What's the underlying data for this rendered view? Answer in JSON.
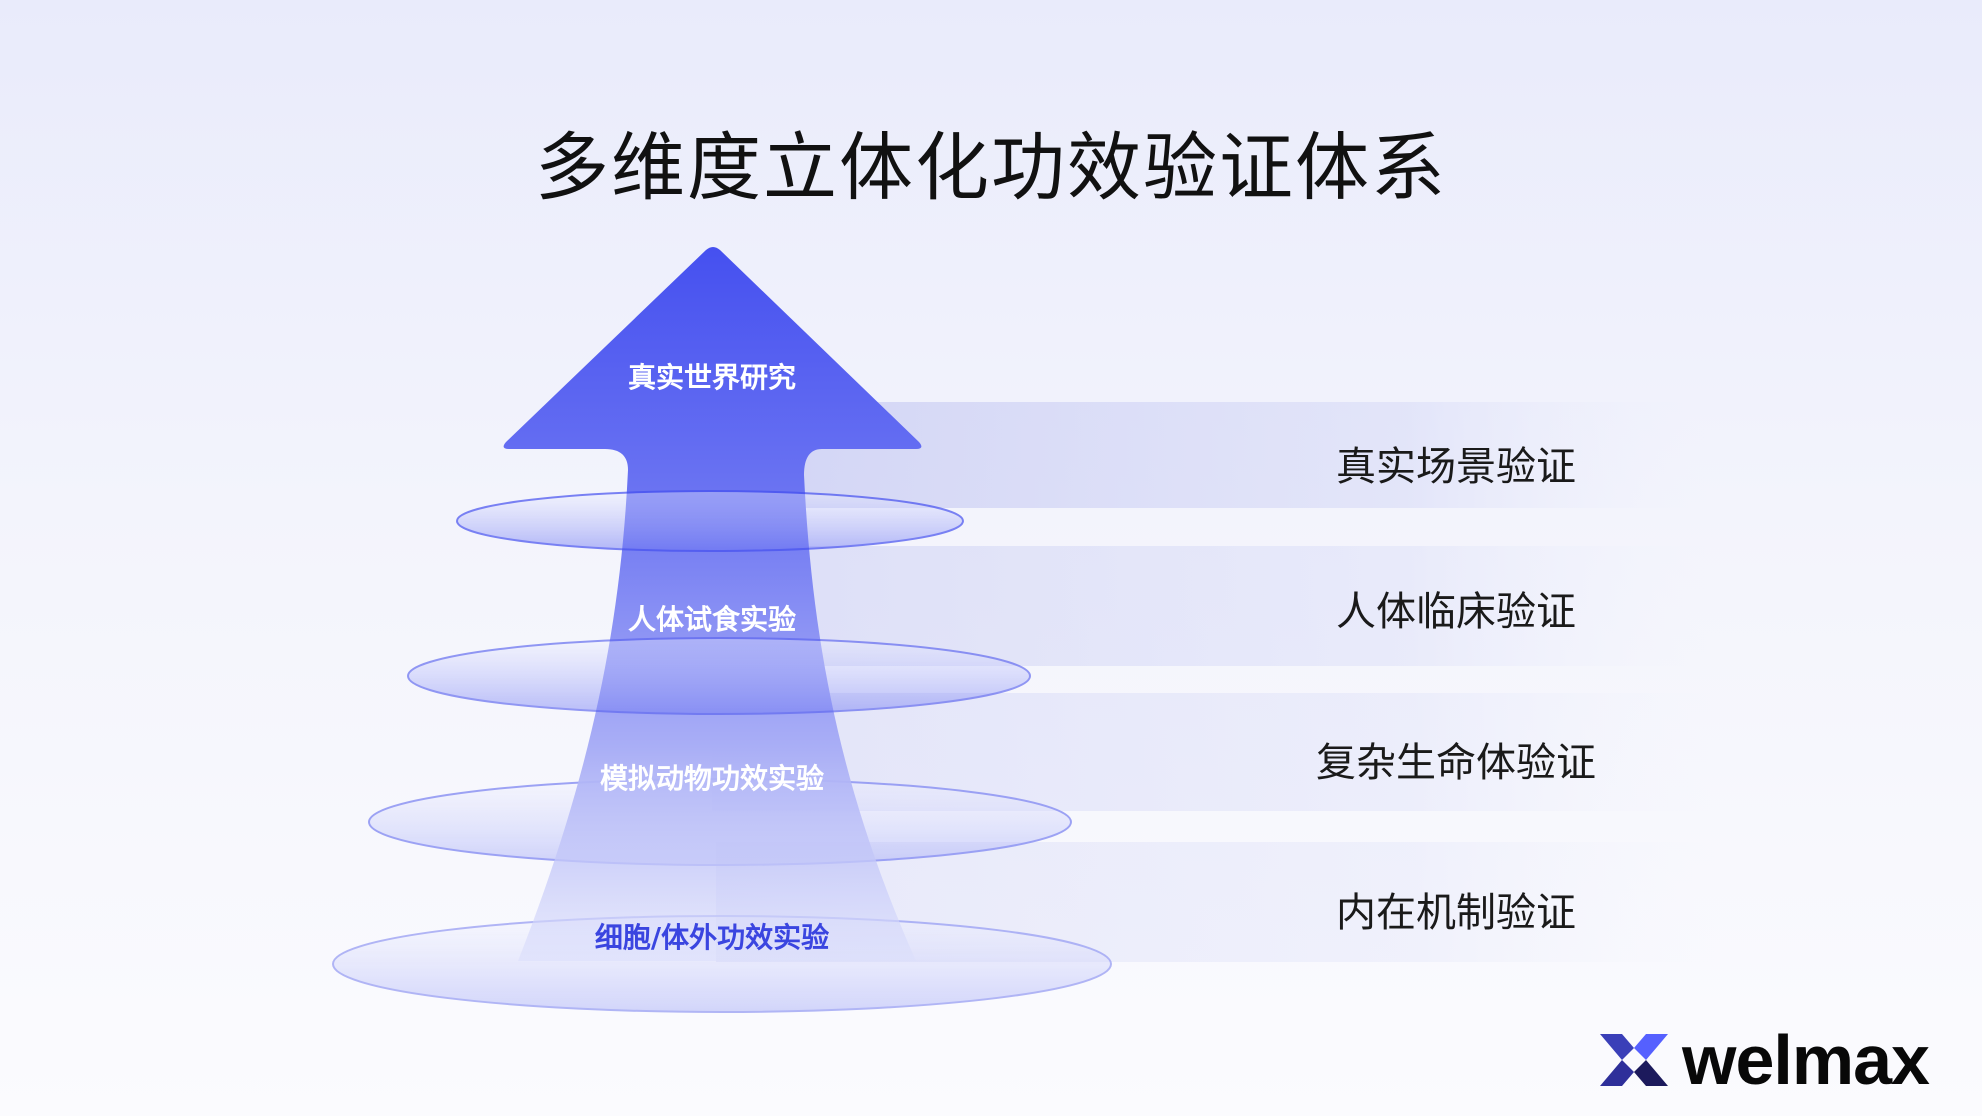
{
  "title": "多维度立体化功效验证体系",
  "arrow_levels": [
    {
      "label": "真实世界研究",
      "validation": "真实场景验证"
    },
    {
      "label": "人体试食实验",
      "validation": "人体临床验证"
    },
    {
      "label": "模拟动物功效实验",
      "validation": "复杂生命体验证"
    },
    {
      "label": "细胞/体外功效实验",
      "validation": "内在机制验证"
    }
  ],
  "logo": {
    "text": "welmax"
  },
  "colors": {
    "primary": "#4550f0",
    "dark_label": "#3a45e0"
  }
}
